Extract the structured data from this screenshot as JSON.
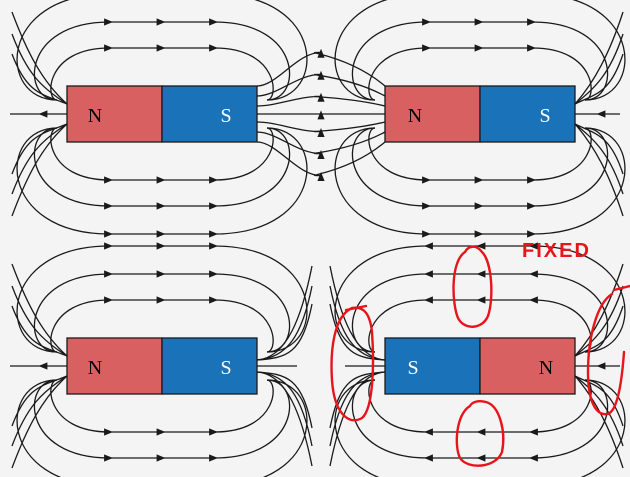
{
  "colors": {
    "north": "#d96060",
    "south": "#1a72b8",
    "line": "#1a1a1a",
    "annotation": "#e8141a"
  },
  "magnets": [
    {
      "left_pole": "N",
      "right_pole": "S"
    },
    {
      "left_pole": "N",
      "right_pole": "S"
    },
    {
      "left_pole": "N",
      "right_pole": "S"
    },
    {
      "left_pole": "S",
      "right_pole": "N"
    }
  ],
  "annotation": {
    "text": "FIXED"
  }
}
